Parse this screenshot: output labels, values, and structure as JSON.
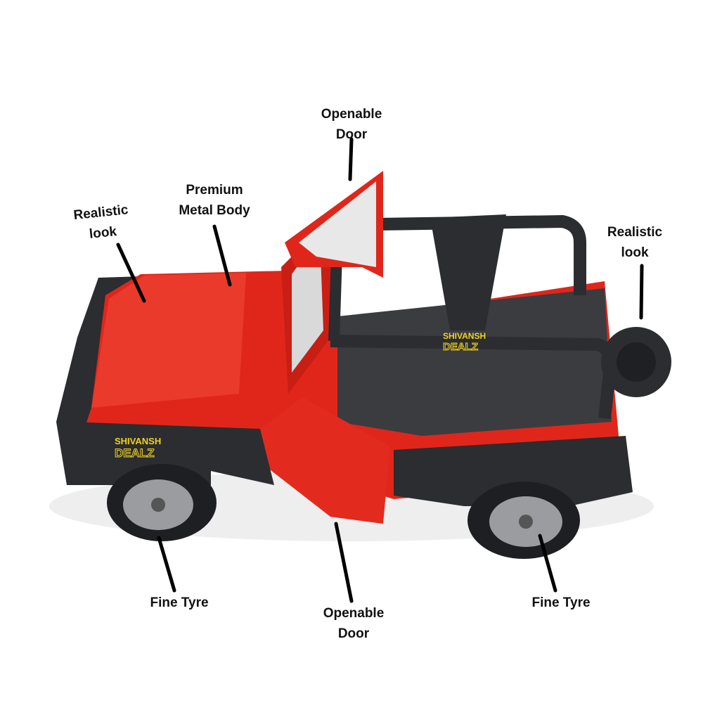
{
  "annotations": {
    "door_top": "Openable\nDoor",
    "body": "Premium\nMetal Body",
    "look_left": "Realistic\nlook",
    "look_right": "Realistic\nlook",
    "tyre_left": "Fine Tyre",
    "door_bottom": "Openable\nDoor",
    "tyre_right": "Fine Tyre"
  },
  "watermark": {
    "line1": "SHIVANSH",
    "line2": "DEALZ"
  },
  "colors": {
    "body": "#e0261b",
    "trim": "#2b2d30",
    "watermark": "#f2d21b"
  }
}
